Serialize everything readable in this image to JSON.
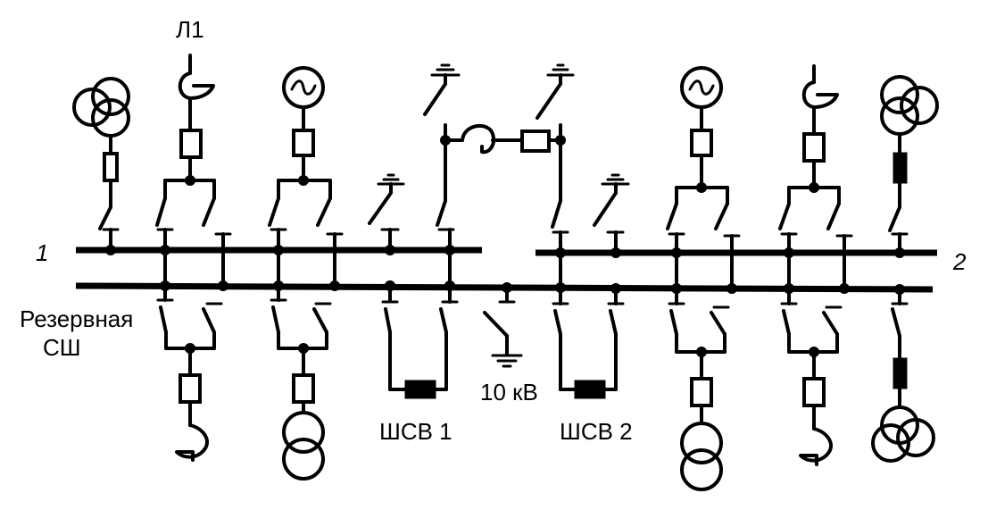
{
  "labels": {
    "line_l1": "Л1",
    "bus_1": "1",
    "bus_2": "2",
    "reserve_bus_line1": "Резервная",
    "reserve_bus_line2": "СШ",
    "coupler_1": "ШСВ 1",
    "coupler_2": "ШСВ 2",
    "voltage": "10 кВ"
  },
  "colors": {
    "ink": "#000000",
    "background": "#ffffff"
  }
}
